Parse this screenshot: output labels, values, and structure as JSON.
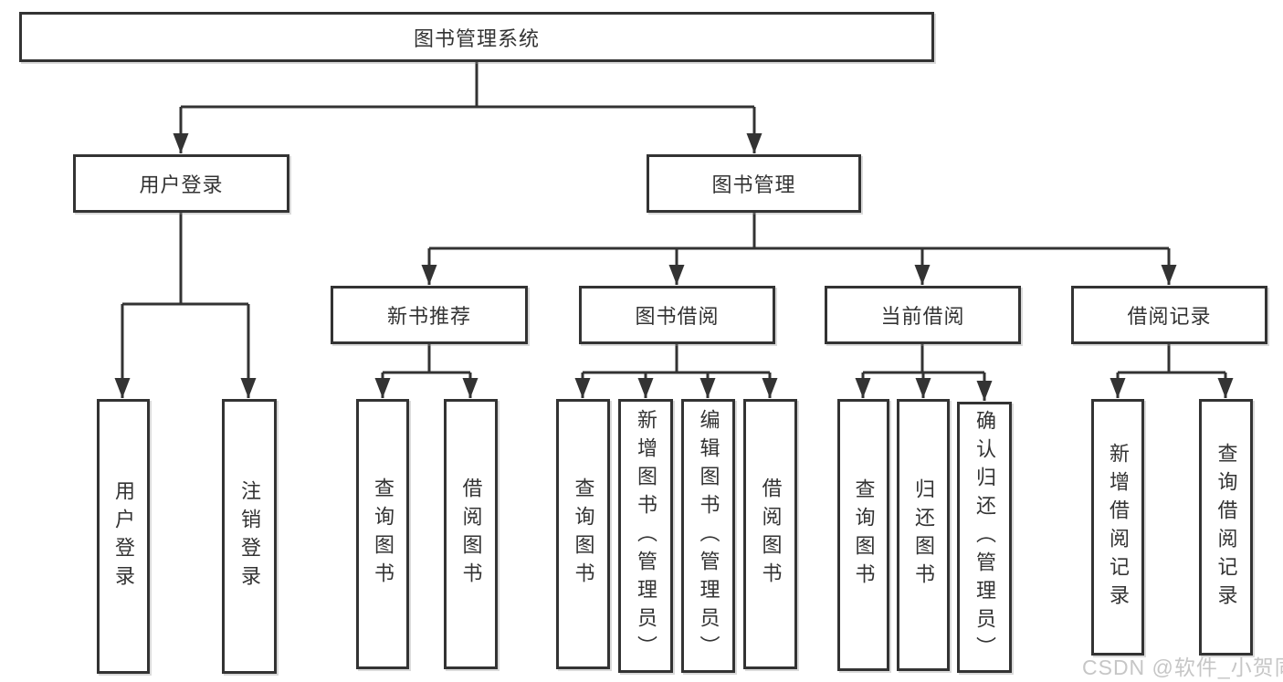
{
  "page": {
    "background": "#ffffff"
  },
  "colors": {
    "line": "#333333",
    "text": "#333333",
    "box_background": "#ffffff",
    "watermark_text": "#c3c3c3"
  },
  "watermark": "CSDN @软件_小贺同学",
  "tree": {
    "root": {
      "label": "图书管理系统"
    },
    "branches": [
      {
        "label": "用户登录",
        "leaves": [
          "用户登录",
          "注销登录"
        ]
      },
      {
        "label": "图书管理",
        "sections": [
          {
            "label": "新书推荐",
            "leaves": [
              "查询图书",
              "借阅图书"
            ]
          },
          {
            "label": "图书借阅",
            "leaves": [
              "查询图书",
              "新增图书（管理员）",
              "编辑图书（管理员）",
              "借阅图书"
            ]
          },
          {
            "label": "当前借阅",
            "leaves": [
              "查询图书",
              "归还图书",
              "确认归还（管理员）"
            ]
          },
          {
            "label": "借阅记录",
            "leaves": [
              "新增借阅记录",
              "查询借阅记录"
            ]
          }
        ]
      }
    ]
  }
}
